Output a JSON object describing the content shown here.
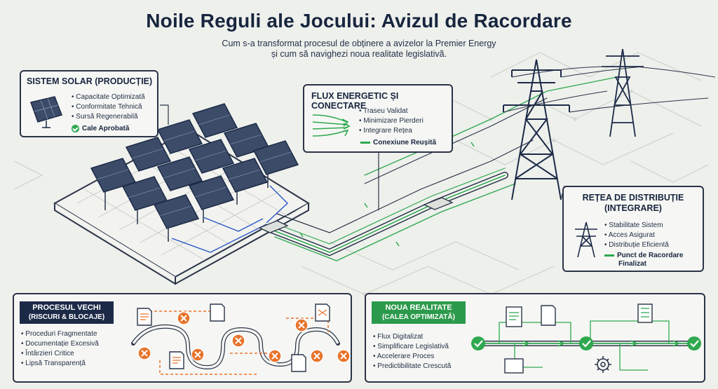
{
  "header": {
    "title": "Noile Reguli ale Jocului: Avizul de Racordare",
    "subtitle_line1": "Cum s-a transformat procesul de obținere a avizelor la Premier Energy",
    "subtitle_line2": "și cum să navighezi noua realitate legislativă."
  },
  "solar": {
    "title": "SISTEM SOLAR (PRODUCȚIE)",
    "items": [
      "Capacitate Optimizată",
      "Conformitate Tehnică",
      "Sursă Regenerabilă"
    ],
    "status": "Cale Aprobată"
  },
  "flux": {
    "title": "FLUX ENERGETIC ȘI CONECTARE",
    "items": [
      "Traseu Validat",
      "Minimizare Pierderi",
      "Integrare Rețea"
    ],
    "status": "Conexiune Reușită"
  },
  "retea": {
    "title_line1": "REȚEA DE DISTRIBUȚIE",
    "title_line2": "(INTEGRARE)",
    "items": [
      "Stabilitate Sistem",
      "Acces Asigurat",
      "Distribuție Eficientă"
    ],
    "status_line1": "Punct de Racordare",
    "status_line2": "Finalizat"
  },
  "vechi": {
    "title_line1": "PROCESUL VECHI",
    "title_line2": "(RISCURI & BLOCAJE)",
    "items": [
      "Proceduri Fragmentate",
      "Documentație Excesivă",
      "Întârzieri Critice",
      "Lipsă Transparență"
    ]
  },
  "noua": {
    "title_line1": "NOUA REALITATE",
    "title_line2": "(CALEA OPTIMIZATĂ)",
    "items": [
      "Flux Digitalizat",
      "Simplificare Legislativă",
      "Accelerare Proces",
      "Predictibilitate Crescută"
    ]
  },
  "colors": {
    "navy": "#1c2a47",
    "green": "#2fa84f",
    "orange": "#e8742c",
    "line": "#2a3448"
  }
}
